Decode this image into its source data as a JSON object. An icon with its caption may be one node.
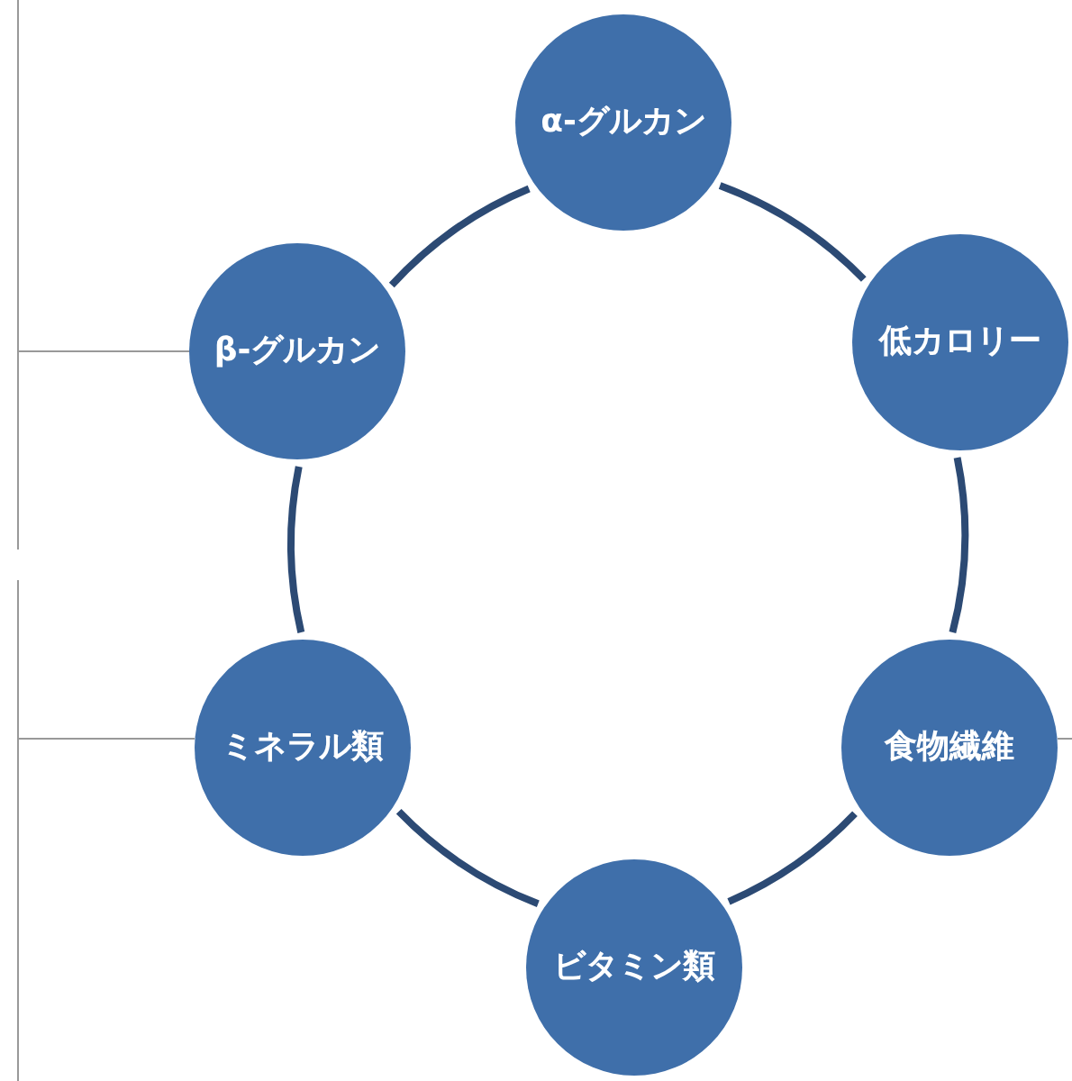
{
  "diagram": {
    "nodes": [
      {
        "text": [
          "α-グルカン"
        ]
      },
      {
        "text": [
          "低カロリー"
        ]
      },
      {
        "text": [
          "食物繊維"
        ]
      },
      {
        "text": [
          "ビタミン類"
        ]
      },
      {
        "text": [
          "ミネラル類"
        ]
      },
      {
        "text": [
          "β-グルカン"
        ]
      }
    ],
    "edges": [
      {
        "from": 0,
        "to": 1,
        "arrow": "none"
      },
      {
        "from": 1,
        "to": 2,
        "arrow": "none"
      },
      {
        "from": 2,
        "to": 3,
        "arrow": "none"
      },
      {
        "from": 3,
        "to": 4,
        "arrow": "none"
      },
      {
        "from": 4,
        "to": 5,
        "arrow": "none"
      },
      {
        "from": 5,
        "to": 0,
        "arrow": "none"
      },
      {
        "from": null,
        "to": 5,
        "arrow": "none",
        "color": "#999999"
      },
      {
        "from": null,
        "to": 4,
        "arrow": "none",
        "color": "#999999"
      },
      {
        "from": null,
        "to": 2,
        "arrow": "none",
        "color": "#999999"
      }
    ]
  }
}
